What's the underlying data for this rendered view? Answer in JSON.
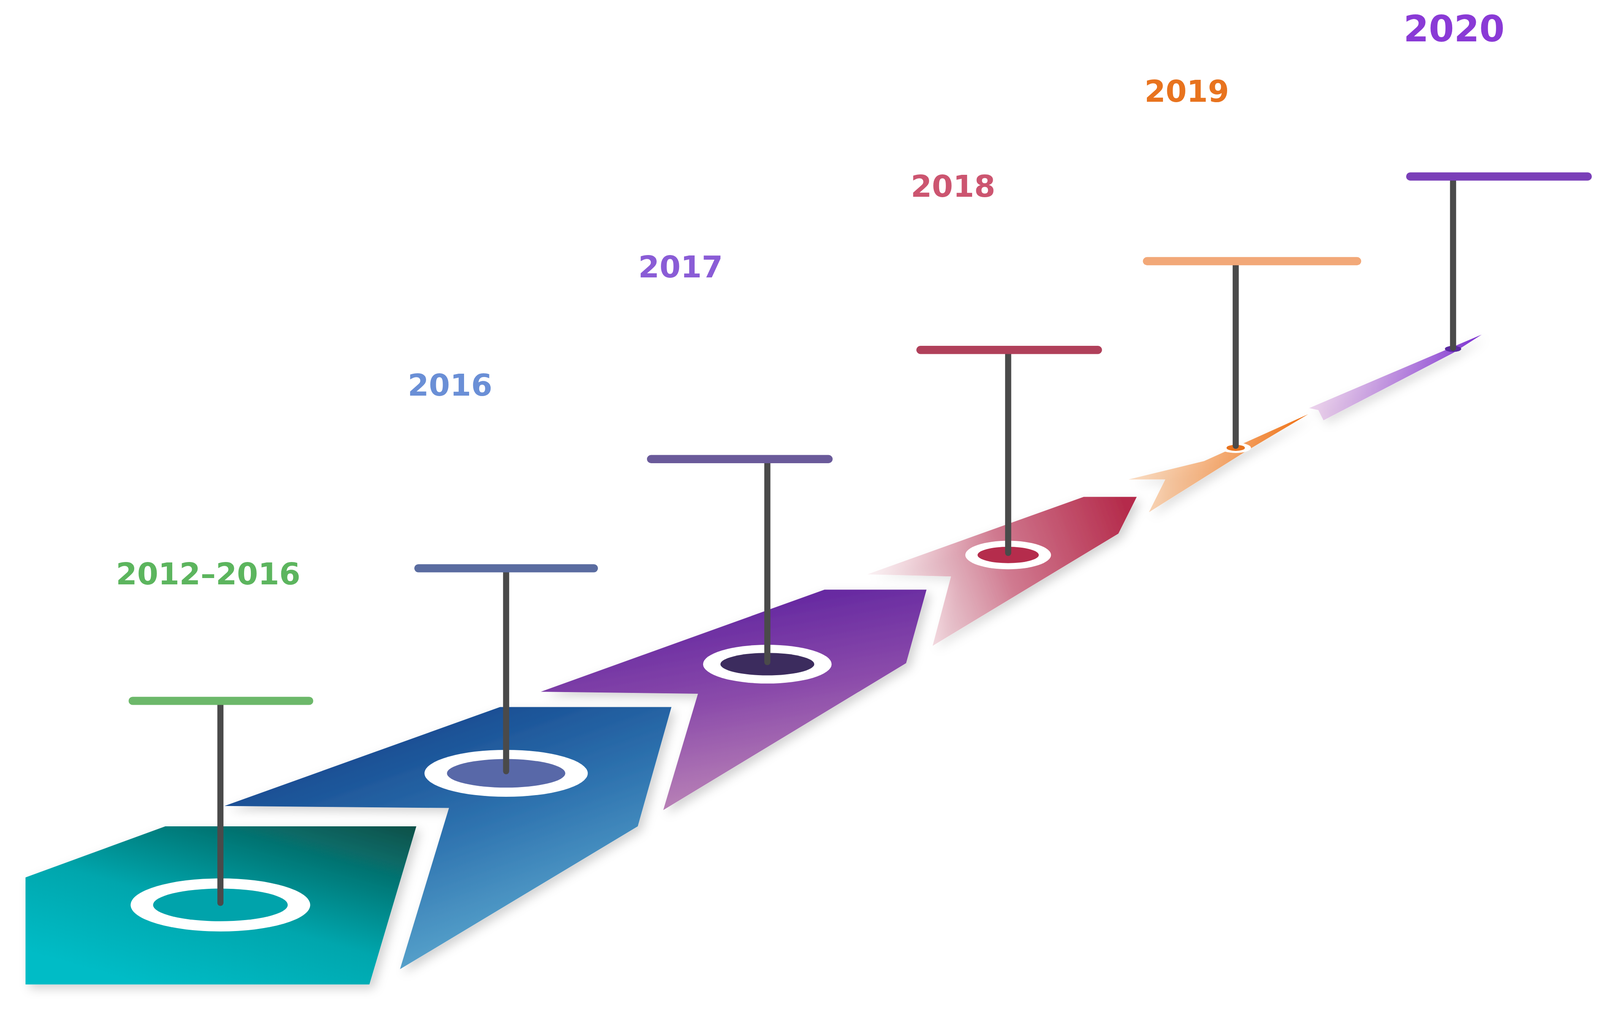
{
  "diagram": {
    "labels": [
      "2012–2016",
      "2016",
      "2017",
      "2018",
      "2019",
      "2020"
    ]
  }
}
